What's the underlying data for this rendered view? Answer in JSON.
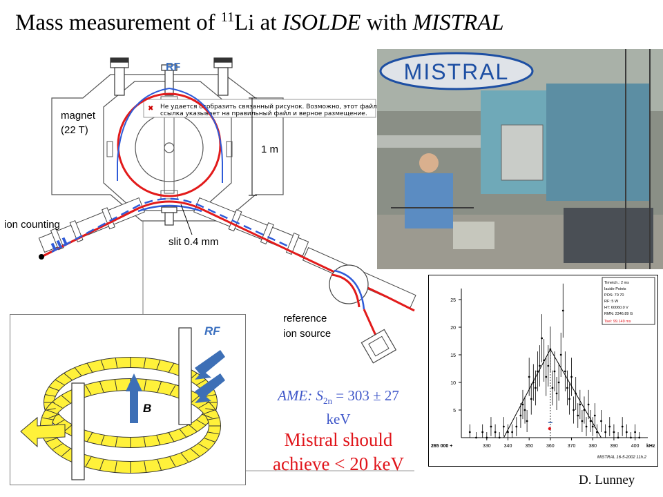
{
  "title": {
    "main": "Mass measurement of ",
    "sup": "11",
    "rest1": "Li at ",
    "isolde": "ISOLDE",
    "rest2": " with ",
    "mistral": "MISTRAL"
  },
  "diagram": {
    "rf_top": "RF",
    "magnet_line1": "magnet",
    "magnet_line2": "(22 T)",
    "scale": "1 m",
    "ion_counting": "ion counting",
    "slit": "slit 0.4 mm",
    "ref_line1": "reference",
    "ref_line2": "ion source",
    "broken_link_line1": "Не удается отобразить связанный рисунок. Возможно, этот файл был перемещен, переименован или удален. Убедитесь, что",
    "broken_link_line2": "ссылка указывает на правильный файл и верное размещение."
  },
  "inset": {
    "rf": "RF",
    "b": "B"
  },
  "photo": {
    "sign": "MISTRAL"
  },
  "chart_data": {
    "type": "scatter",
    "x_ticks": [
      "330",
      "340",
      "350",
      "360",
      "370",
      "380",
      "390",
      "400"
    ],
    "y_ticks": [
      "5",
      "10",
      "15",
      "20",
      "25"
    ],
    "x_unit": "kHz",
    "x_offset_label": "265 000 +",
    "xlim": [
      318,
      406
    ],
    "ylim": [
      0,
      27
    ],
    "info_box": [
      "Timetch.: 2 ms",
      "Iacide Points",
      "POS: 70 70",
      "RF: 5 W",
      "HT: 60060.0 V",
      "RMN: 2346.89 G"
    ],
    "info_red": "Tsel: 99.149 ms",
    "footer": "MISTRAL 16-5-2002 11h.2",
    "points": [
      [
        322,
        1
      ],
      [
        325,
        0
      ],
      [
        328,
        1
      ],
      [
        330,
        0
      ],
      [
        332,
        2
      ],
      [
        334,
        1
      ],
      [
        336,
        0
      ],
      [
        338,
        2
      ],
      [
        340,
        1
      ],
      [
        342,
        1
      ],
      [
        344,
        2
      ],
      [
        346,
        4
      ],
      [
        347,
        6
      ],
      [
        348,
        5
      ],
      [
        349,
        3
      ],
      [
        350,
        11
      ],
      [
        351,
        7
      ],
      [
        352,
        10
      ],
      [
        353,
        9
      ],
      [
        354,
        12
      ],
      [
        355,
        13
      ],
      [
        356,
        18
      ],
      [
        357,
        14
      ],
      [
        358,
        11
      ],
      [
        359,
        13
      ],
      [
        360,
        16
      ],
      [
        361,
        9
      ],
      [
        362,
        12
      ],
      [
        363,
        8
      ],
      [
        364,
        10
      ],
      [
        365,
        15
      ],
      [
        366,
        23
      ],
      [
        367,
        12
      ],
      [
        368,
        9
      ],
      [
        369,
        7
      ],
      [
        370,
        11
      ],
      [
        371,
        5
      ],
      [
        372,
        8
      ],
      [
        373,
        4
      ],
      [
        374,
        6
      ],
      [
        375,
        3
      ],
      [
        376,
        5
      ],
      [
        377,
        2
      ],
      [
        378,
        6
      ],
      [
        379,
        3
      ],
      [
        380,
        2
      ],
      [
        381,
        4
      ],
      [
        382,
        1
      ],
      [
        384,
        3
      ],
      [
        386,
        1
      ],
      [
        388,
        2
      ],
      [
        390,
        1
      ],
      [
        392,
        0
      ],
      [
        394,
        2
      ],
      [
        396,
        1
      ],
      [
        398,
        0
      ],
      [
        400,
        1
      ],
      [
        402,
        0
      ]
    ],
    "fit": [
      [
        338,
        0
      ],
      [
        360,
        16
      ],
      [
        384,
        0
      ]
    ],
    "centroid": 360
  },
  "ame": {
    "prefix": "AME: S",
    "sub": "2n",
    "value": " = 303 ± 27",
    "unit": "keV"
  },
  "conclusion": {
    "line1": "Mistral should",
    "line2": "achieve < 20 keV"
  },
  "credit": "D. Lunney",
  "colors": {
    "beam_red": "#e21b1b",
    "beam_blue": "#2f5bd8",
    "rf_blue": "#3a6fbf",
    "coil_yellow": "#fff13a",
    "ame_blue": "#3d55c8",
    "conclusion_red": "#e0141a"
  }
}
